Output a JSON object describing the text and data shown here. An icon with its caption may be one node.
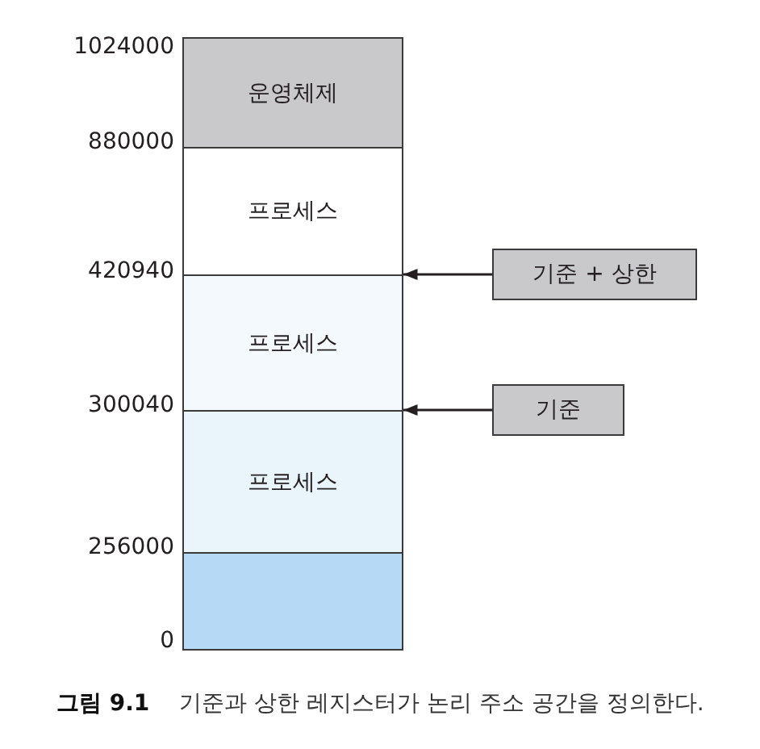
{
  "diagram": {
    "caption": "**그림 9.1** 기준과 상한 레지스터가 논리 주소 공간을 정의한다.",
    "nodes": [
      {
        "text": [],
        "shape": "box"
      },
      {
        "text": [
          "운영체제"
        ],
        "in": 0
      },
      {
        "text": [
          "프로세스"
        ],
        "in": 0
      },
      {
        "text": [
          "프로세스"
        ],
        "in": 0
      },
      {
        "text": [
          "프로세스"
        ],
        "in": 0
      },
      {
        "text": [],
        "shape": "box",
        "in": 0
      },
      {
        "text": [
          "기준 + 상한"
        ]
      },
      {
        "text": [
          "기준"
        ]
      }
    ],
    "edges": [
      {
        "from": 6,
        "to": 0,
        "arrow": "to"
      },
      {
        "from": 7,
        "to": 0,
        "arrow": "to"
      }
    ],
    "labels": [
      "1024000",
      "880000",
      "420940",
      "300040",
      "256000",
      "0"
    ]
  }
}
